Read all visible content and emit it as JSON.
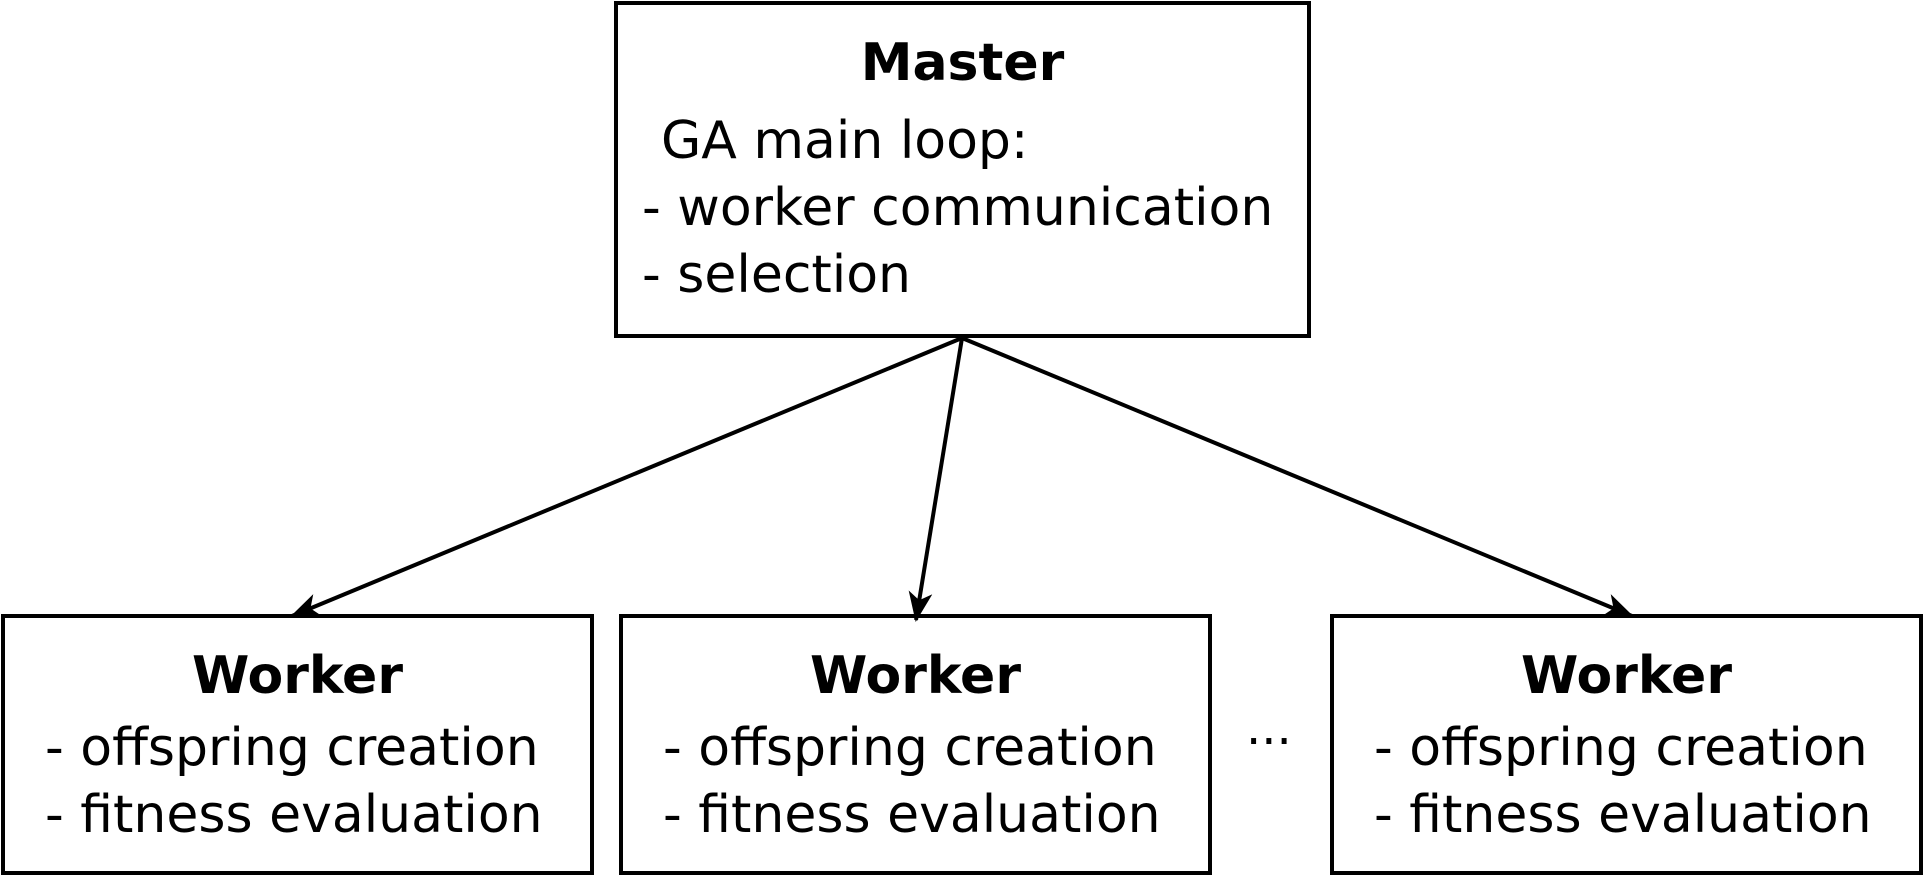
{
  "master": {
    "title": "Master",
    "lines": [
      "GA main loop:",
      "- worker communication",
      "- selection"
    ]
  },
  "workers": [
    {
      "title": "Worker",
      "lines": [
        "- offspring creation",
        "- fitness evaluation"
      ]
    },
    {
      "title": "Worker",
      "lines": [
        "- offspring creation",
        "- fitness evaluation"
      ]
    },
    {
      "title": "Worker",
      "lines": [
        "- offspring creation",
        "- fitness evaluation"
      ]
    }
  ],
  "ellipsis": "···"
}
